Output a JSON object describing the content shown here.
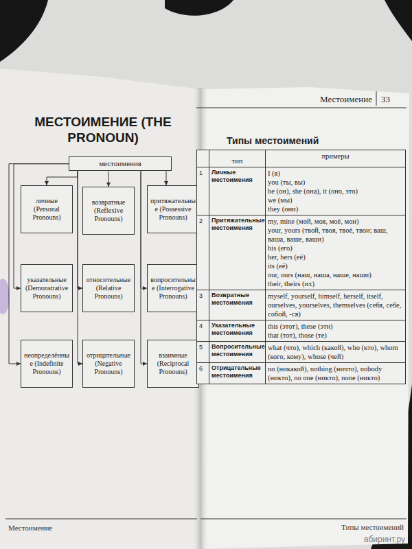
{
  "diagram": {
    "title": "МЕСТОИМЕНИЕ (THE PRONOUN)",
    "nodes": [
      {
        "text": [
          "местоимения"
        ]
      },
      {
        "text": [
          "личные (Personal Pronouns)"
        ]
      },
      {
        "text": [
          "возвратные (Reflexive Pronouns)"
        ]
      },
      {
        "text": [
          "притяжательные (Possessive Pronouns)"
        ]
      },
      {
        "text": [
          "указательные (Demonstrative Pronouns)"
        ]
      },
      {
        "text": [
          "относительные (Relative Pronouns)"
        ]
      },
      {
        "text": [
          "вопросительные (Interrogative Pronouns)"
        ]
      },
      {
        "text": [
          "неопределённые (Indefinite Pronouns)"
        ]
      },
      {
        "text": [
          "отрицательные (Negative Pronouns)"
        ]
      },
      {
        "text": [
          "взаимные (Reciprocal Pronouns)"
        ]
      }
    ],
    "edges": [
      {
        "from": 0,
        "to": 1,
        "arrow": "to"
      },
      {
        "from": 0,
        "to": 2,
        "arrow": "to"
      },
      {
        "from": 0,
        "to": 3,
        "arrow": "to"
      },
      {
        "from": 0,
        "to": 4,
        "arrow": "to"
      },
      {
        "from": 0,
        "to": 5,
        "arrow": "to"
      },
      {
        "from": 0,
        "to": 6,
        "arrow": "to"
      },
      {
        "from": 0,
        "to": 7,
        "arrow": "to"
      },
      {
        "from": 0,
        "to": 8,
        "arrow": "to"
      },
      {
        "from": 0,
        "to": 9,
        "arrow": "to"
      }
    ],
    "labels": [
      "Местоимение",
      "Местоимение",
      "33",
      "Типы местоимений",
      "тип",
      "примеры",
      "1",
      "Личные местоимения",
      "I (я)",
      "you (ты, вы)",
      "he (он), she (она), it (оно, это)",
      "we (мы)",
      "they (они)",
      "2",
      "Притяжательные местоимения",
      "my, mine (мой, моя, моё, мои)",
      "your, yours (твой, твоя, твоё, твои; ваш, ваша, ваше, ваши)",
      "his (его)",
      "her, hers (её)",
      "its (её)",
      "our, ours (наш, наша, наше, наши)",
      "their, theirs (их)",
      "3",
      "Возвратные местоимения",
      "myself, yourself, himself, herself, itself, ourselves, yourselves, themselves (себя, себе, собой, -ся)",
      "4",
      "Указательные местоимения",
      "this (этот), these (эти)",
      "that (тот), those (те)",
      "5",
      "Вопросительные местоимения",
      "what (что), which (какой), who (кто), whom (кого, кому), whose (чей)",
      "6",
      "Отрицательные местоимения",
      "no (никакой), nothing (ничто), nobody (никто), no one (никто), none (никто)",
      "Типы местоимений",
      "абиринт.ру"
    ]
  }
}
